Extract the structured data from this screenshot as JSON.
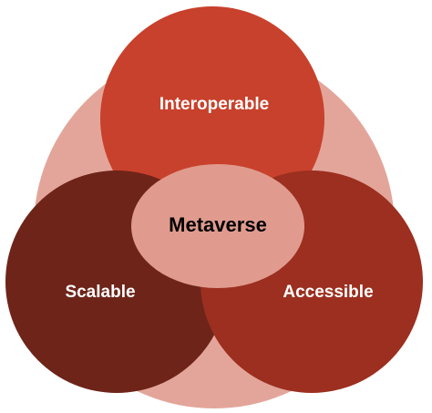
{
  "diagram": {
    "center": {
      "label": "Metaverse",
      "color": "#e09b8e"
    },
    "top": {
      "label": "Interoperable",
      "color": "#c8412c"
    },
    "left": {
      "label": "Scalable",
      "color": "#6e2419"
    },
    "right": {
      "label": "Accessible",
      "color": "#9c2f1f"
    },
    "backdrop_color": "#e3a59a"
  }
}
